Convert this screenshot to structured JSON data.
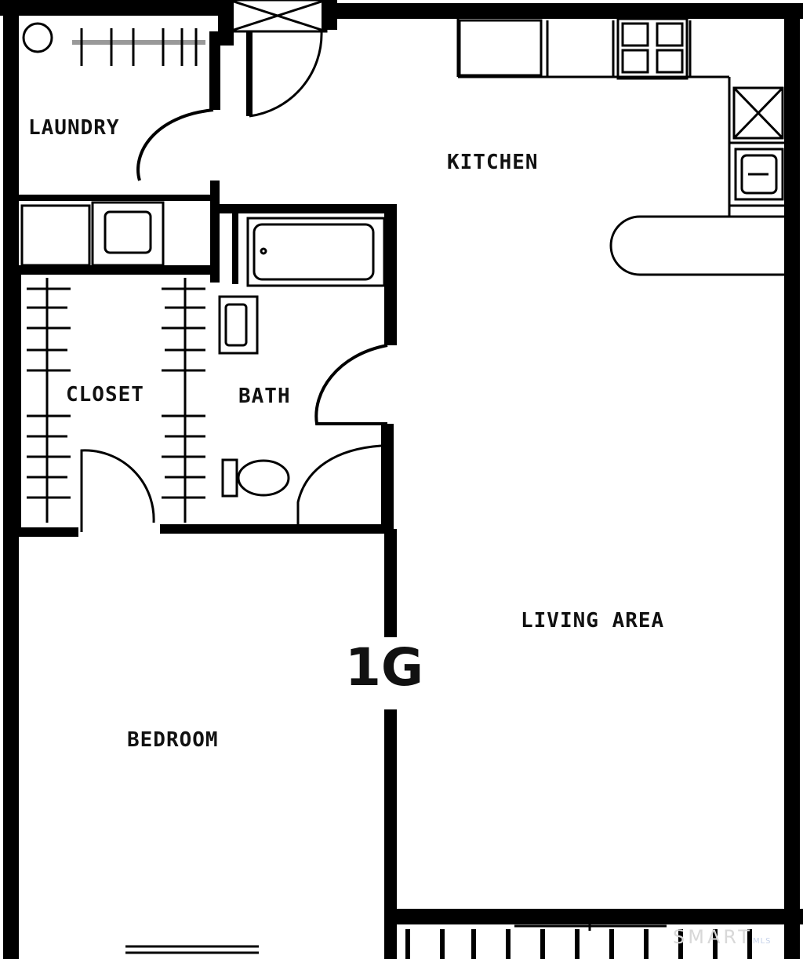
{
  "rooms": {
    "laundry": "LAUNDRY",
    "kitchen": "KITCHEN",
    "closet": "CLOSET",
    "bath": "BATH",
    "living_area": "LIVING AREA",
    "bedroom": "BEDROOM"
  },
  "unit": "1G",
  "watermark": {
    "brand": "SMART",
    "sub": "MLS"
  },
  "colors": {
    "wall": "#000000",
    "fixture": "#222222",
    "background": "#ffffff"
  }
}
